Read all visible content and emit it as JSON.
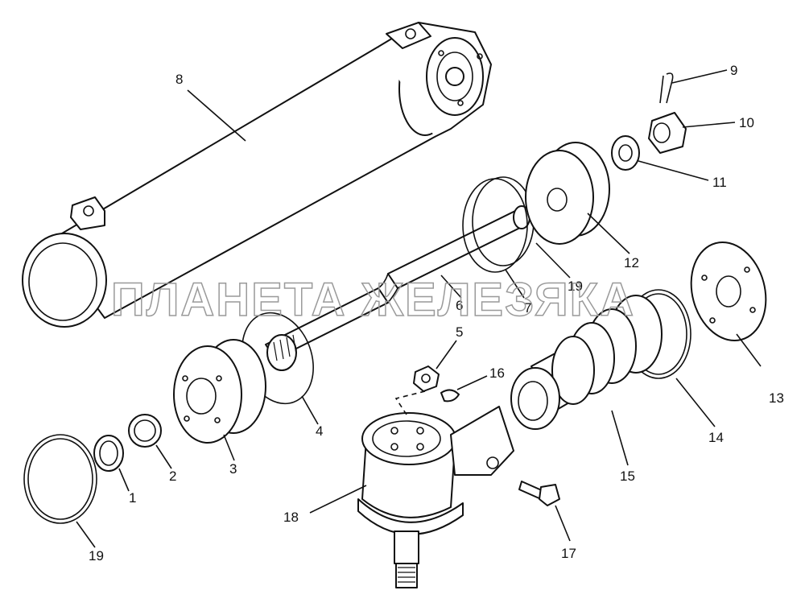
{
  "watermark": "ПЛАНЕТА ЖЕЛЕЗЯКА",
  "callouts": {
    "c1": "1",
    "c2": "2",
    "c3": "3",
    "c4": "4",
    "c5": "5",
    "c6": "6",
    "c7": "7",
    "c8": "8",
    "c9": "9",
    "c10": "10",
    "c11": "11",
    "c12": "12",
    "c13": "13",
    "c14": "14",
    "c15": "15",
    "c16": "16",
    "c17": "17",
    "c18": "18",
    "c19a": "19",
    "c19b": "19"
  }
}
